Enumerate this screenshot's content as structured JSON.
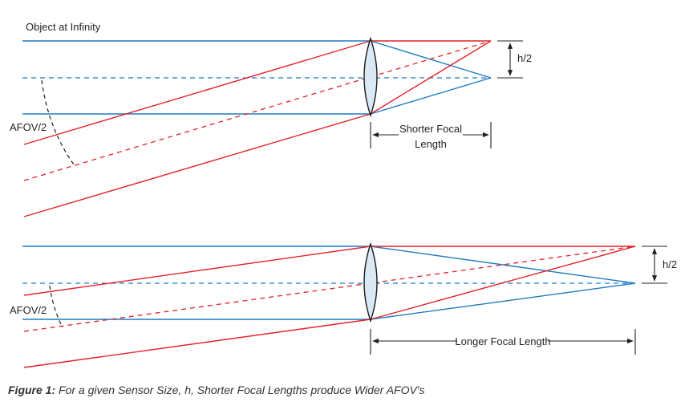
{
  "colors": {
    "axis_ray": "#1f7bc0",
    "chief_ray": "#e3222b",
    "lens_fill": "#dbe9f5",
    "lens_stroke": "#1a1a1a",
    "dimension": "#231f20"
  },
  "labels": {
    "object_at_infinity": "Object at Infinity",
    "afov_half_top": "AFOV/2",
    "afov_half_bottom": "AFOV/2",
    "h_half_top": "h/2",
    "h_half_bottom": "h/2",
    "shorter_focal_line1": "Shorter Focal",
    "shorter_focal_line2": "Length",
    "longer_focal": "Longer Focal Length"
  },
  "caption": {
    "prefix": "Figure 1:",
    "text": " For a given Sensor Size, h, Shorter Focal Lengths produce Wider AFOV's"
  }
}
